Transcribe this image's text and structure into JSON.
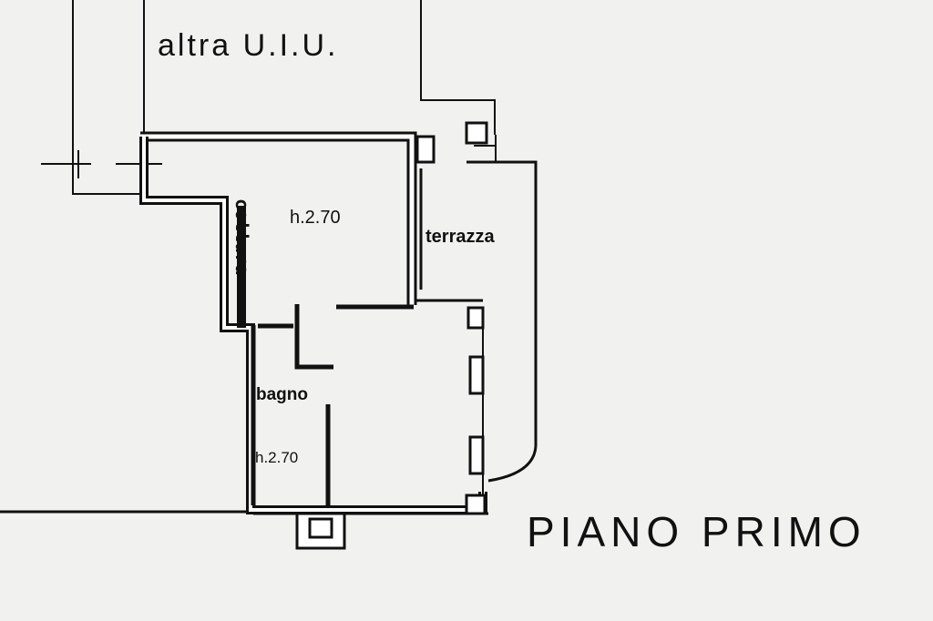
{
  "plan": {
    "title": "PIANO PRIMO",
    "labels": {
      "neighbor_unit": "altra U.I.U.",
      "kitchen": "cottura",
      "main_room_height": "h.2.70",
      "terrace": "terrazza",
      "bathroom": "bagno",
      "bathroom_height": "h.2.70"
    },
    "colors": {
      "paper": "#f1f1ef",
      "ink": "#111111",
      "wall_fill": "#ffffff"
    }
  }
}
